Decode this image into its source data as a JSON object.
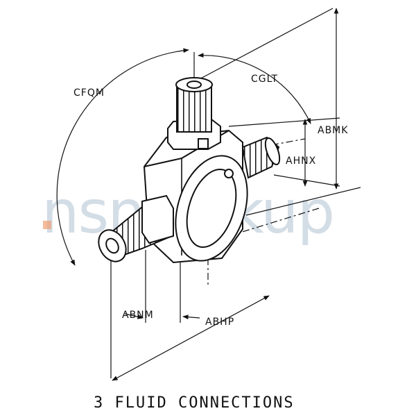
{
  "diagram": {
    "labels": {
      "cfqm": "CFQM",
      "cglt": "CGLT",
      "abmk": "ABMK",
      "ahnx": "AHNX",
      "abnm": "ABNM",
      "abhp": "ABHP"
    },
    "caption": "3 FLUID CONNECTIONS",
    "watermark": "nsnlookup"
  }
}
